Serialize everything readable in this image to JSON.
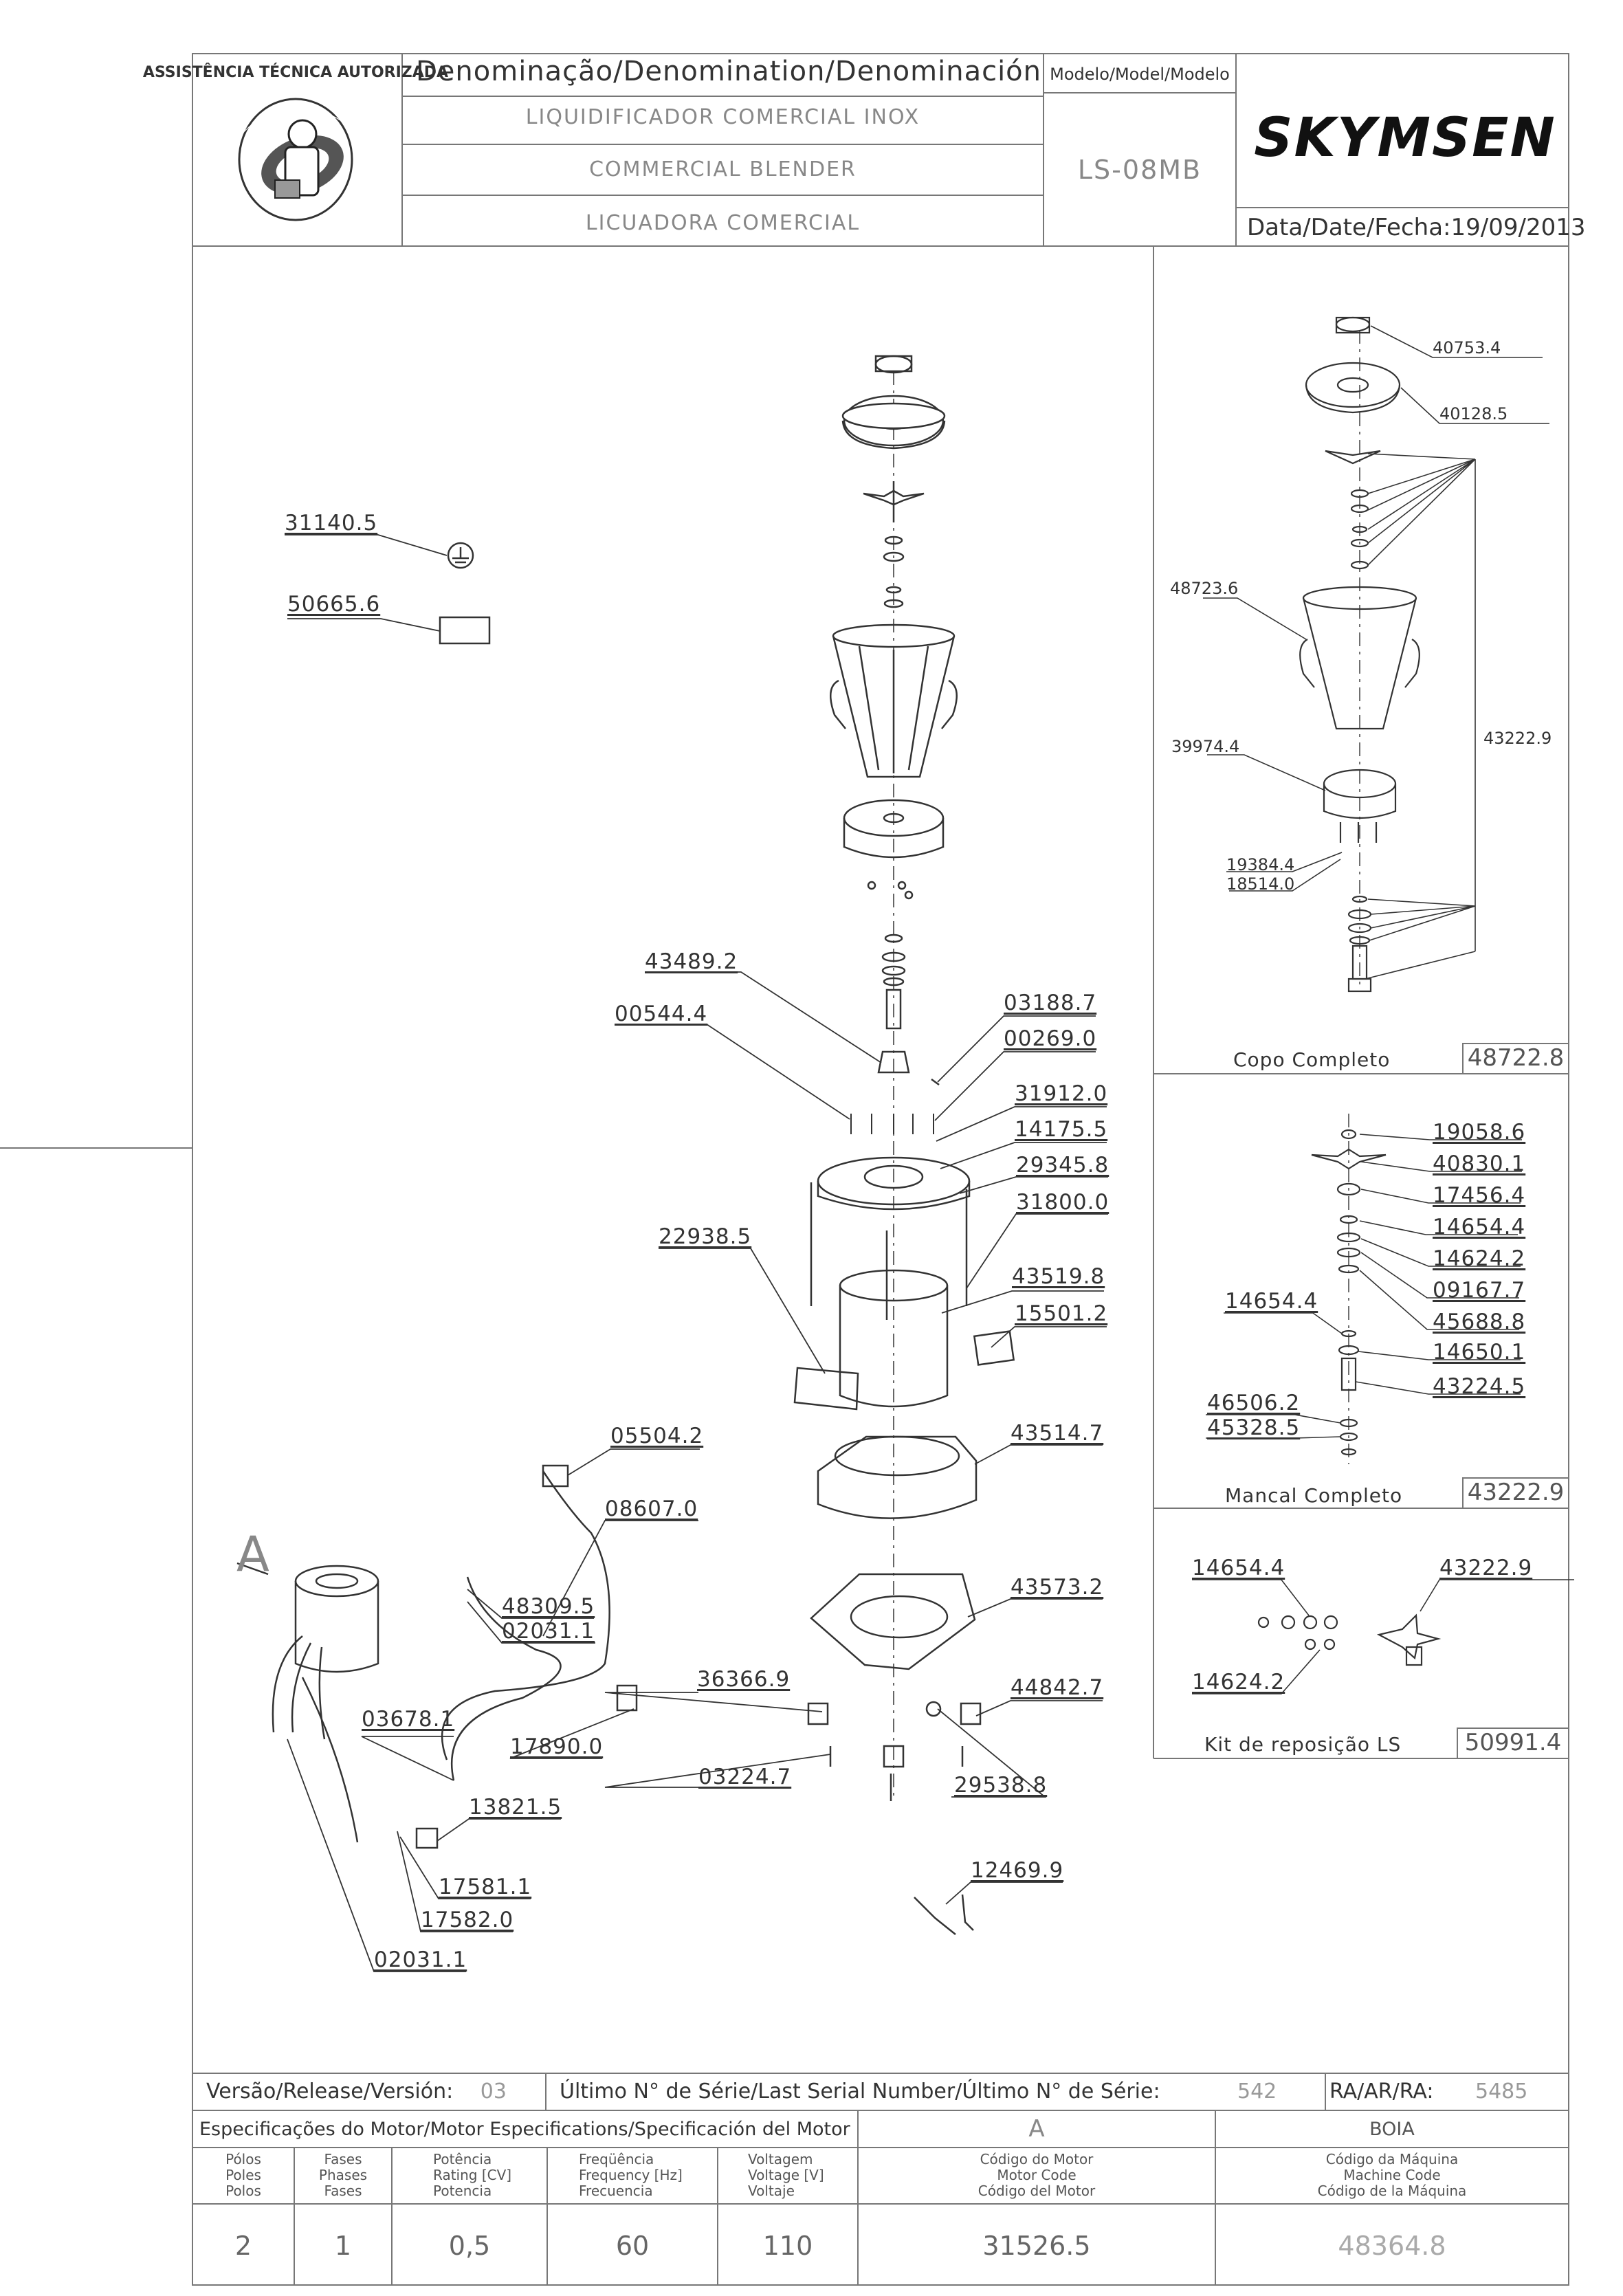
{
  "header": {
    "denomination_label": "Denominação/Denomination/Denominación",
    "names": [
      "LIQUIDIFICADOR COMERCIAL INOX",
      "COMMERCIAL BLENDER",
      "LICUADORA COMERCIAL"
    ],
    "model_label": "Modelo/Model/Modelo",
    "model": "LS-08MB",
    "brand": "SKYMSEN",
    "date_label": "Data/Date/Fecha:",
    "date": "19/09/2013",
    "logo_text": "ASSISTÊNCIA TÉCNICA AUTORIZADA"
  },
  "main": {
    "callouts": [
      "31140.5",
      "50665.6",
      "43489.2",
      "00544.4",
      "03188.7",
      "00269.0",
      "31912.0",
      "14175.5",
      "29345.8",
      "31800.0",
      "22938.5",
      "43519.8",
      "15501.2",
      "05504.2",
      "08607.0",
      "43514.7",
      "48309.5",
      "02031.1",
      "43573.2",
      "36366.9",
      "44842.7",
      "03678.1",
      "17890.0",
      "03224.7",
      "29538.8",
      "13821.5",
      "12469.9",
      "17581.1",
      "17582.0",
      "02031.1"
    ],
    "view_label": "A"
  },
  "panels": {
    "copo": {
      "title": "Copo Completo",
      "code": "48722.8",
      "callouts": [
        "40753.4",
        "40128.5",
        "48723.6",
        "43222.9",
        "39974.4",
        "19384.4",
        "18514.0"
      ]
    },
    "mancal": {
      "title": "Mancal Completo",
      "code": "43222.9",
      "callouts": [
        "19058.6",
        "40830.1",
        "17456.4",
        "14654.4",
        "14624.2",
        "09167.7",
        "14654.4",
        "45688.8",
        "14650.1",
        "43224.5",
        "46506.2",
        "45328.5"
      ]
    },
    "kit": {
      "title": "Kit de reposição LS",
      "code": "50991.4",
      "callouts": [
        "14654.4",
        "43222.9",
        "14624.2"
      ]
    }
  },
  "footer": {
    "version_label": "Versão/Release/Versión:",
    "version": "03",
    "serial_label": "Último N° de Série/Last Serial Number/Último N° de Série:",
    "serial": "542",
    "ra_label": "RA/AR/RA:",
    "ra": "5485",
    "motor_spec_label": "Especificações do Motor/Motor Especifications/Specificación del Motor",
    "motor_letter": "A",
    "boia_label": "BOIA",
    "cols": [
      {
        "h1": "Pólos",
        "h2": "Poles",
        "h3": "Polos",
        "v": "2"
      },
      {
        "h1": "Fases",
        "h2": "Phases",
        "h3": "Fases",
        "v": "1"
      },
      {
        "h1": "Potência",
        "h2": "Rating [CV]",
        "h3": "Potencia",
        "v": "0,5"
      },
      {
        "h1": "Freqüência",
        "h2": "Frequency [Hz]",
        "h3": "Frecuencia",
        "v": "60"
      },
      {
        "h1": "Voltagem",
        "h2": "Voltage [V]",
        "h3": "Voltaje",
        "v": "110"
      },
      {
        "h1": "Código do Motor",
        "h2": "Motor Code",
        "h3": "Código del Motor",
        "v": "31526.5"
      },
      {
        "h1": "Código da Máquina",
        "h2": "Machine Code",
        "h3": "Código de la Máquina",
        "v": "48364.8"
      }
    ]
  }
}
